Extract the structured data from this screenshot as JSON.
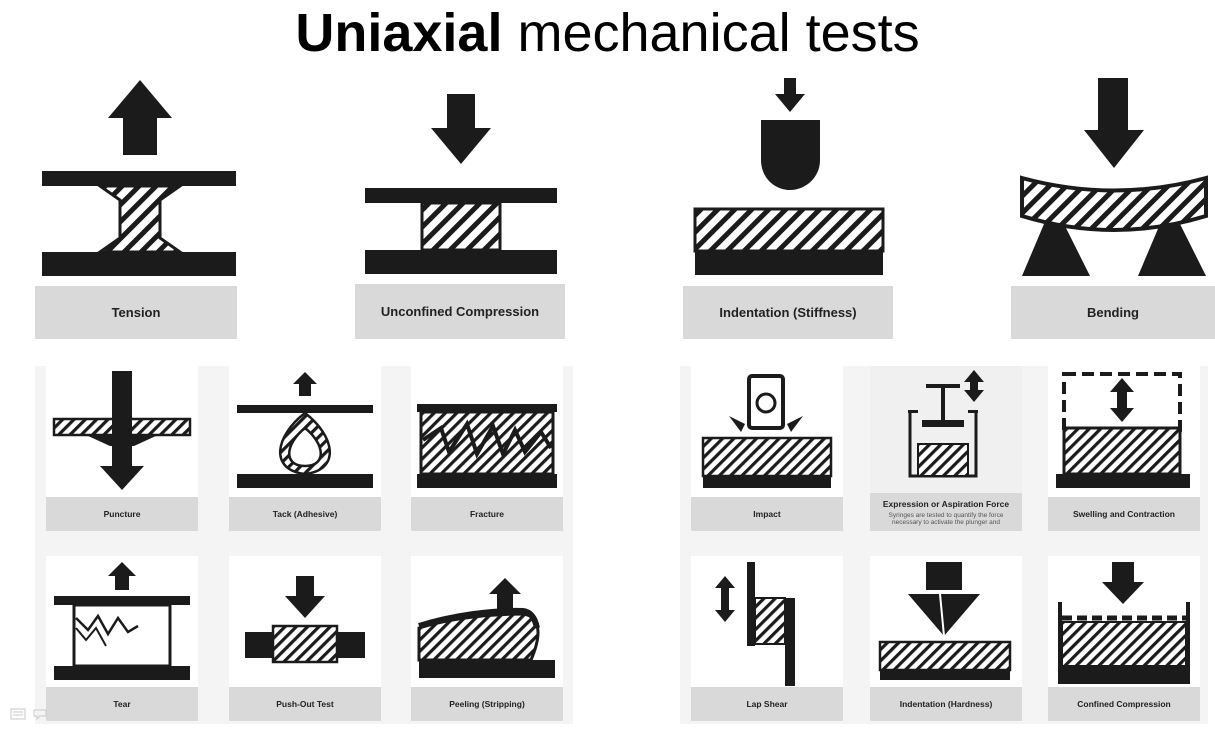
{
  "title": {
    "bold": "Uniaxial",
    "rest": " mechanical tests"
  },
  "top_tests": [
    {
      "label": "Tension"
    },
    {
      "label": "Unconfined Compression"
    },
    {
      "label": "Indentation (Stiffness)"
    },
    {
      "label": "Bending"
    }
  ],
  "left_panel": [
    {
      "label": "Puncture"
    },
    {
      "label": "Tack (Adhesive)"
    },
    {
      "label": "Fracture"
    },
    {
      "label": "Tear"
    },
    {
      "label": "Push-Out Test"
    },
    {
      "label": "Peeling (Stripping)"
    }
  ],
  "right_panel": [
    {
      "label": "Impact"
    },
    {
      "label": "Expression or Aspiration Force",
      "subtext": "Syringes are tested to quantify the force necessary to activate the plunger and"
    },
    {
      "label": "Swelling and Contraction"
    },
    {
      "label": "Lap Shear"
    },
    {
      "label": "Indentation (Hardness)"
    },
    {
      "label": "Confined Compression"
    }
  ]
}
